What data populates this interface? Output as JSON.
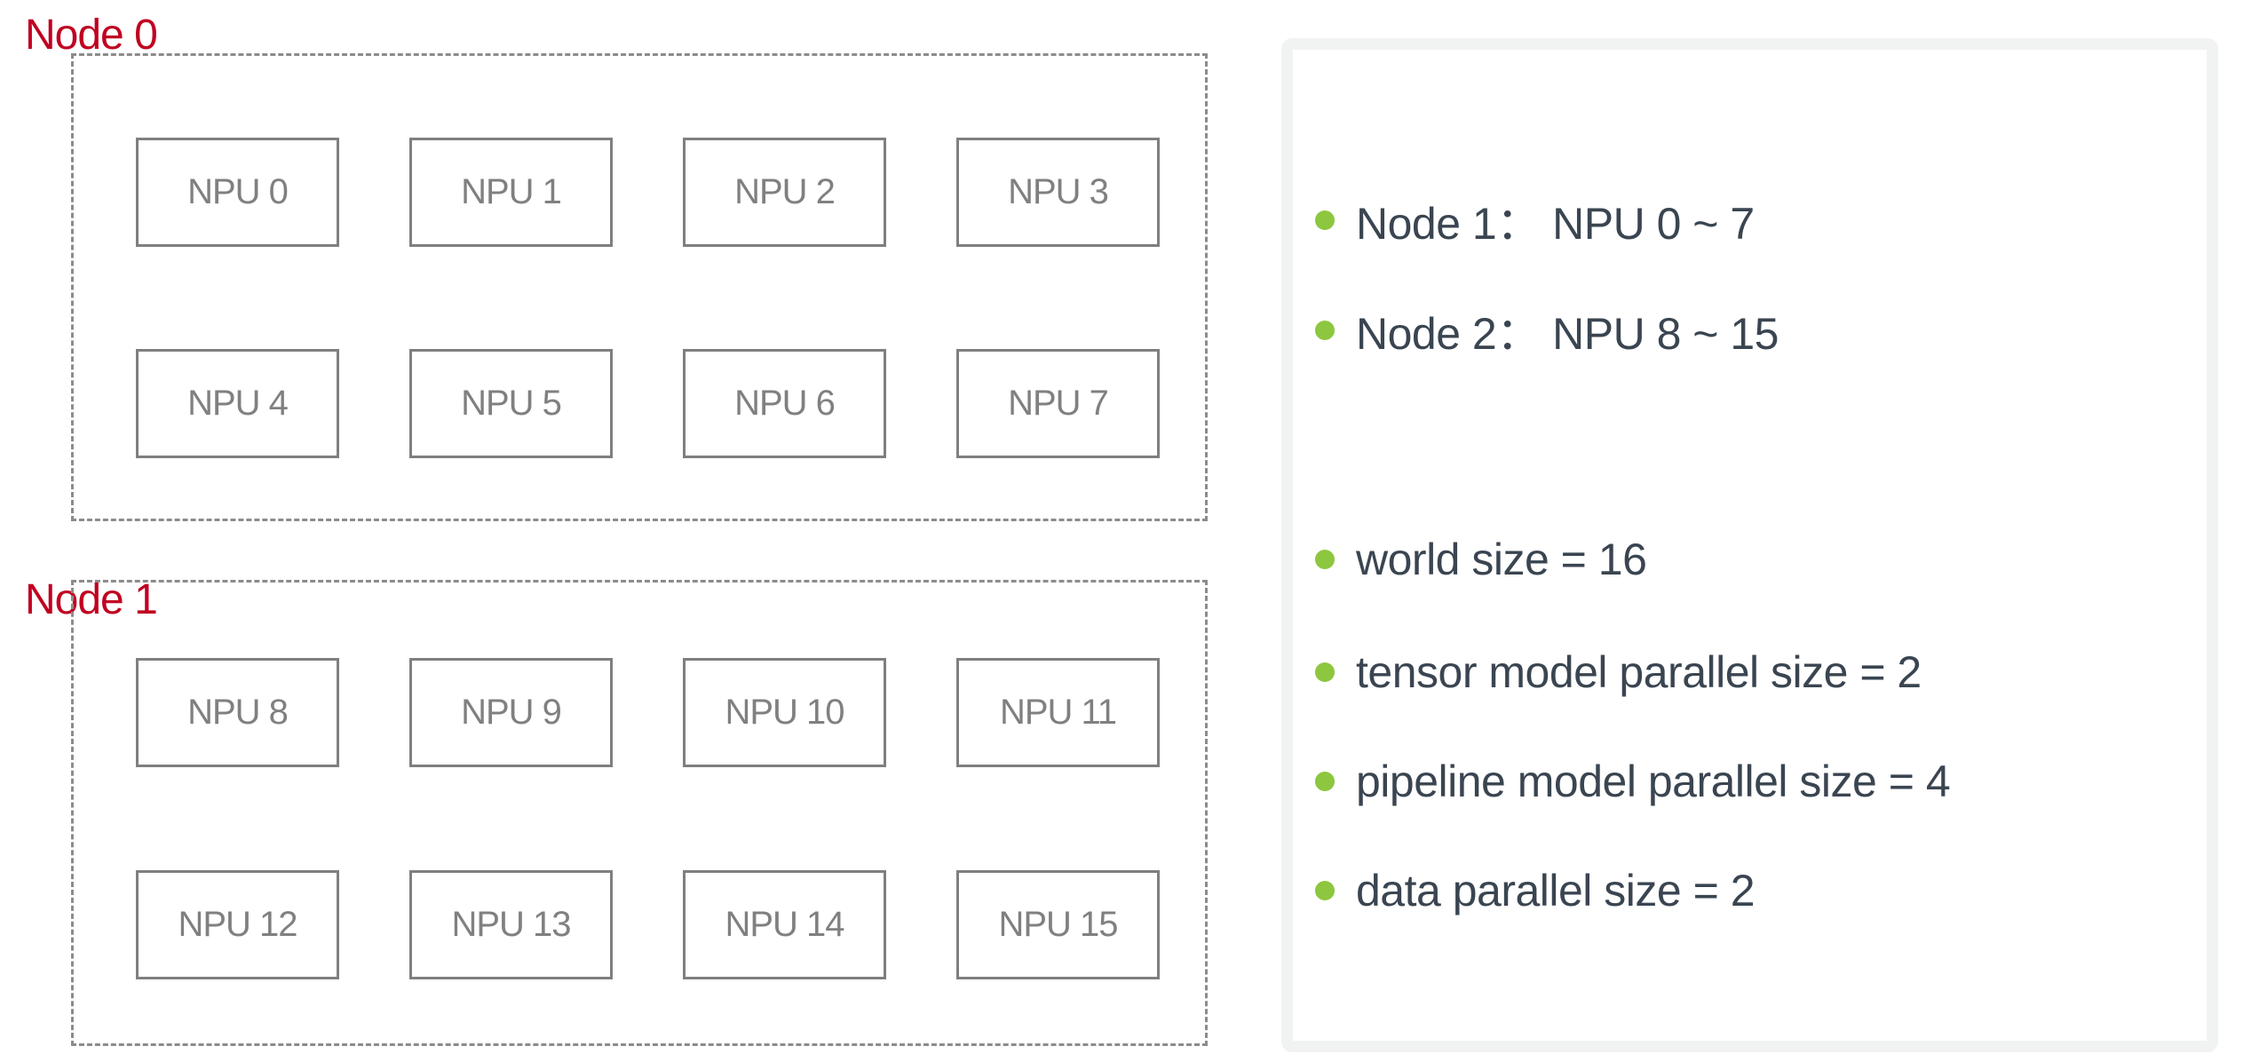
{
  "diagram": {
    "nodes": [
      {
        "label": "Node 0",
        "npus": [
          "NPU 0",
          "NPU 1",
          "NPU 2",
          "NPU 3",
          "NPU 4",
          "NPU 5",
          "NPU 6",
          "NPU 7"
        ]
      },
      {
        "label": "Node 1",
        "npus": [
          "NPU 8",
          "NPU 9",
          "NPU 10",
          "NPU 11",
          "NPU 12",
          "NPU 13",
          "NPU 14",
          "NPU 15"
        ]
      }
    ]
  },
  "info_panel": {
    "bullets": [
      "Node 1：  NPU 0 ~ 7",
      "Node 2：  NPU 8 ~ 15",
      "world size = 16",
      "tensor model parallel size = 2",
      "pipeline model parallel size = 4",
      "data parallel size = 2"
    ]
  },
  "colors": {
    "node_label_red": "#C00021",
    "npu_border_gray": "#7F7F7F",
    "npu_text_gray": "#808080",
    "dashed_border_gray": "#8C8C8C",
    "bullet_dot_green": "#8DC63F",
    "bullet_text_slate": "#3A4551",
    "panel_frame_gray": "#F1F2F2"
  }
}
